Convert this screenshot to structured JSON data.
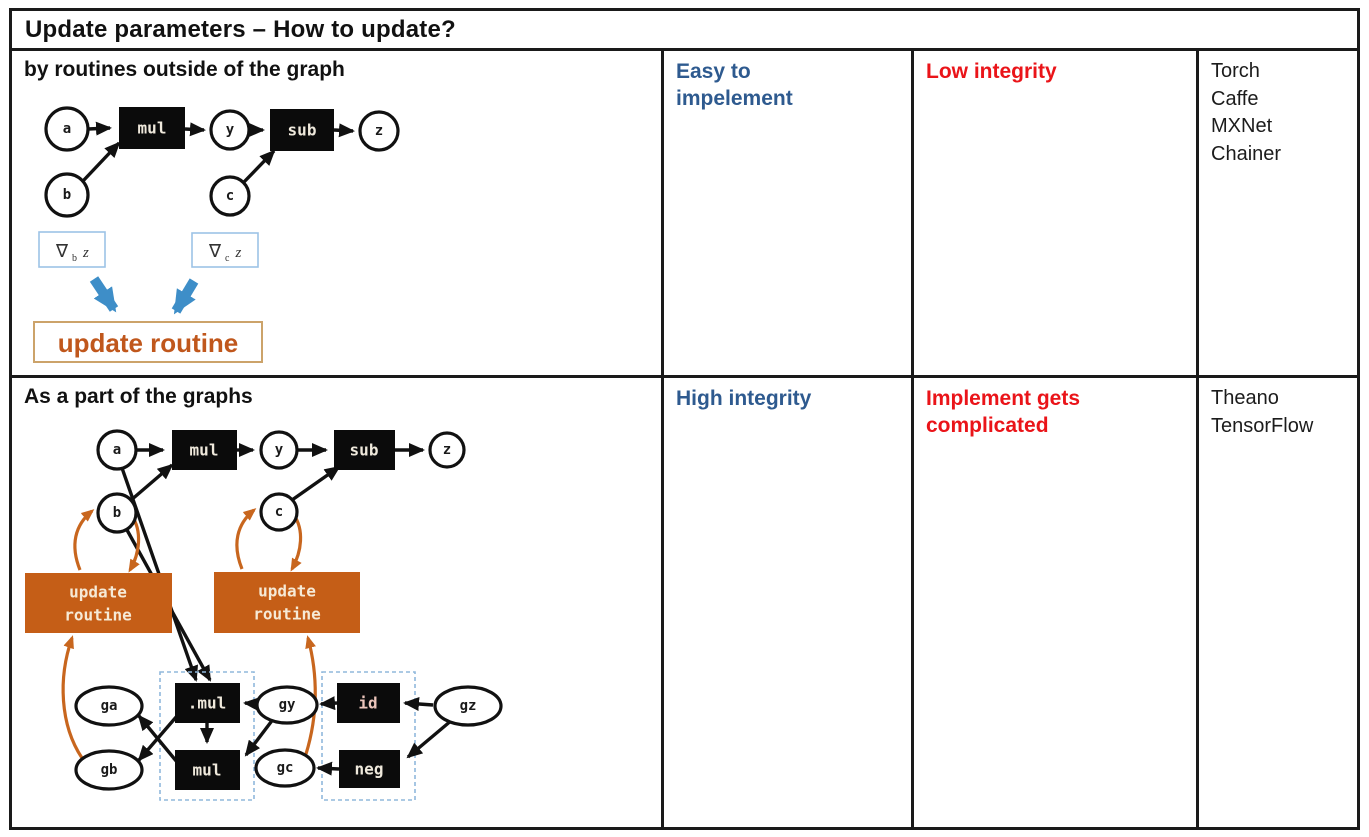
{
  "header": {
    "title": "Update parameters – How to update?"
  },
  "colors": {
    "pro_blue": "#2E5A8F",
    "con_red": "#EA1419",
    "orange_accent": "#C55E17",
    "blue_arrow": "#3E8EC8",
    "grad_box_border": "#9DC3E6",
    "table_border": "#1a1a1a"
  },
  "rows": [
    {
      "method": "by routines outside of the graph",
      "pro": "Easy to\nimpelement",
      "con": "Low integrity",
      "frameworks": [
        "Torch",
        "Caffe",
        "MXNet",
        "Chainer"
      ],
      "diagram": {
        "nodes": {
          "a": "a",
          "b": "b",
          "y": "y",
          "c": "c",
          "z": "z",
          "mul": "mul",
          "sub": "sub"
        },
        "grad_b": {
          "nabla": "∇",
          "sub": "b",
          "var": "z"
        },
        "grad_c": {
          "nabla": "∇",
          "sub": "c",
          "var": "z"
        },
        "update_routine": "update routine"
      }
    },
    {
      "method": "As a part of the graphs",
      "pro": "High integrity",
      "con": "Implement gets\ncomplicated",
      "frameworks": [
        "Theano",
        "TensorFlow"
      ],
      "diagram": {
        "nodes": {
          "a": "a",
          "b": "b",
          "y": "y",
          "c": "c",
          "z": "z",
          "mul": "mul",
          "sub": "sub",
          "ga": "ga",
          "gb": "gb",
          "gy": "gy",
          "gc": "gc",
          "gz": "gz",
          "grad_mul_top": ".mul",
          "grad_mul_bottom": "mul",
          "id": "id",
          "neg": "neg"
        },
        "update_routine": {
          "line1": "update",
          "line2": "routine"
        }
      }
    }
  ]
}
